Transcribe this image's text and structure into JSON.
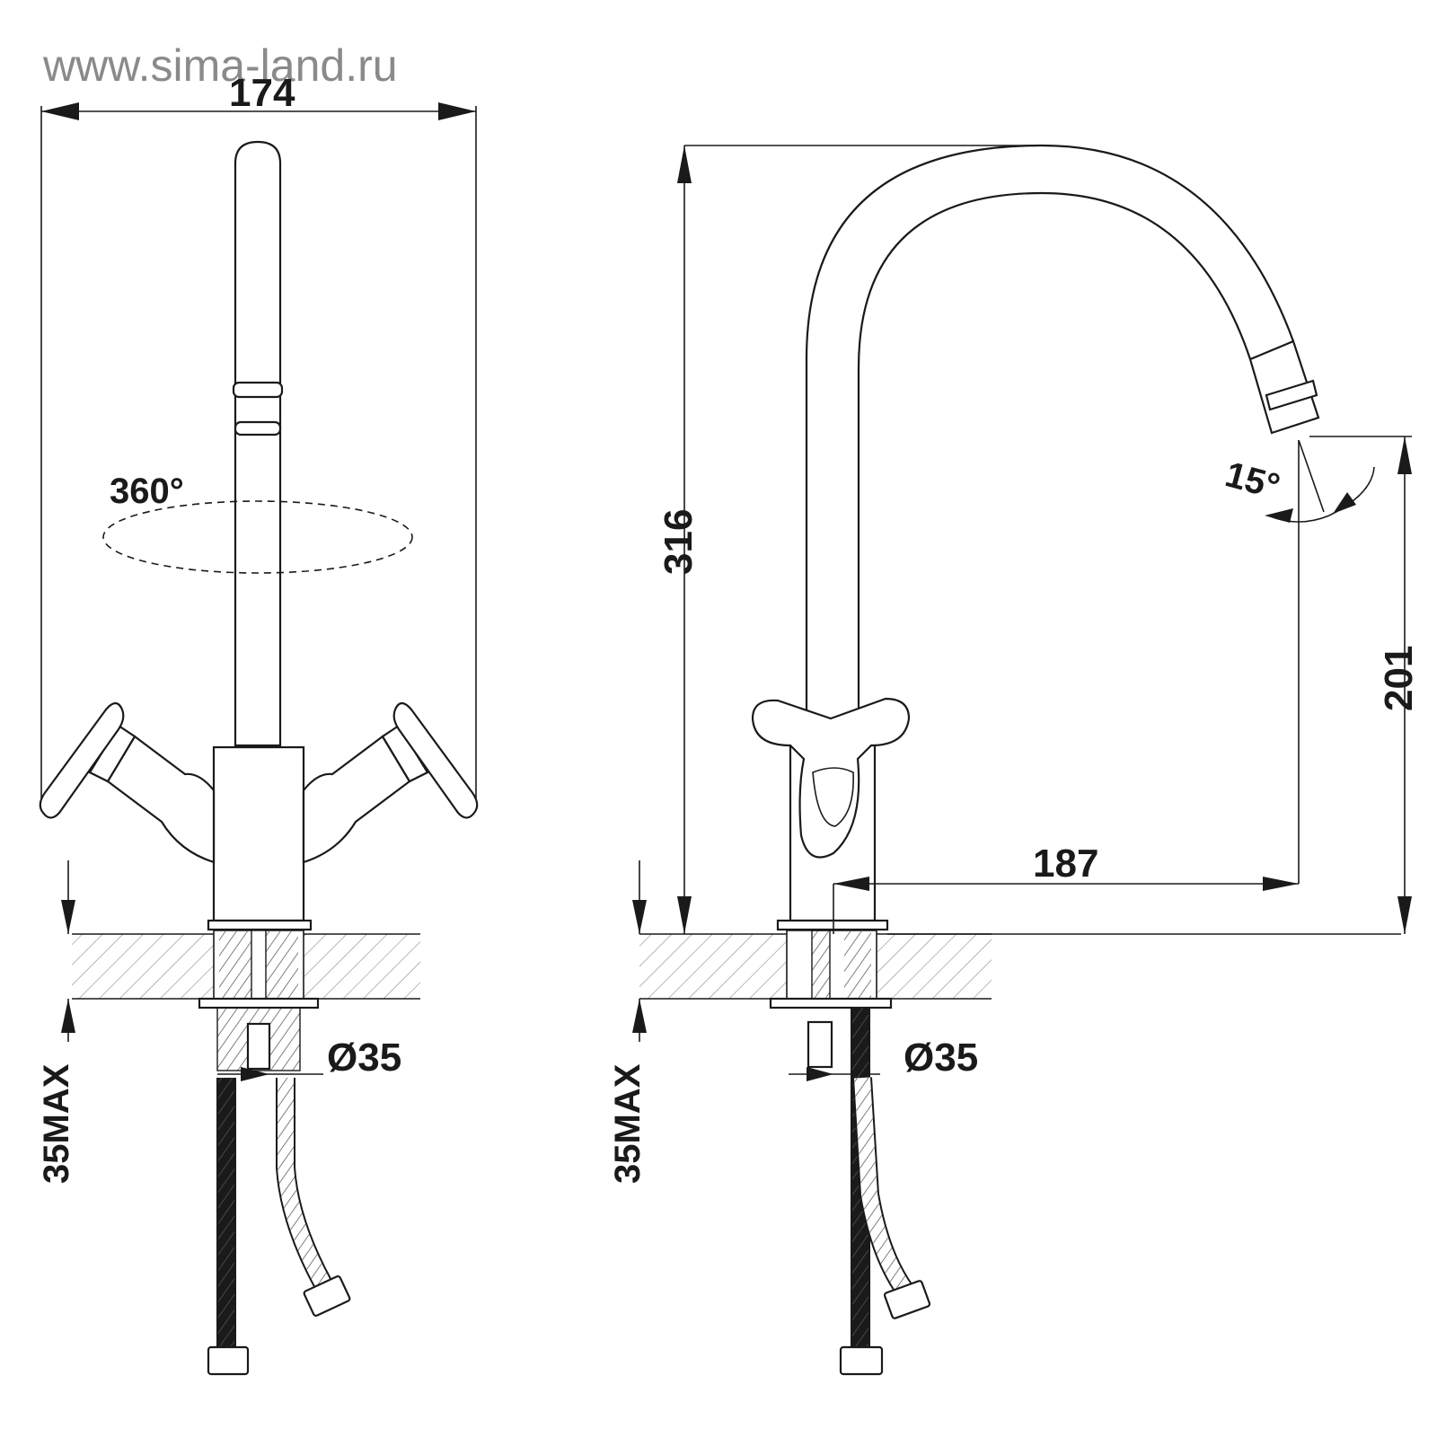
{
  "watermark": "www.sima-land.ru",
  "front_view": {
    "width_dim": "174",
    "rotation_label": "360°",
    "max_thickness": "35MAX",
    "hole_diameter": "Ø35"
  },
  "side_view": {
    "height_dim": "316",
    "spout_height_dim": "201",
    "reach_dim": "187",
    "tilt_angle": "15°",
    "max_thickness": "35MAX",
    "hole_diameter": "Ø35"
  }
}
